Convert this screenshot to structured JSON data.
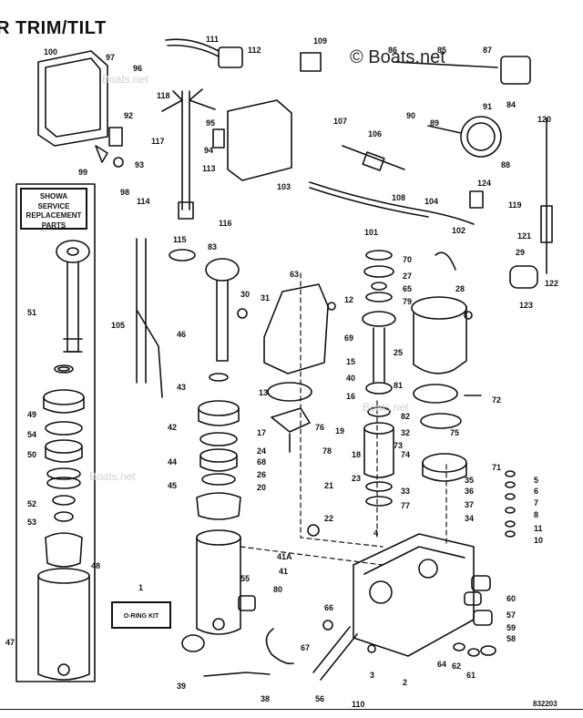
{
  "title": "R TRIM/TILT",
  "watermark": "© Boats.net",
  "faint_watermarks": [
    "Boats.net",
    "Boats.net",
    "Boats.net"
  ],
  "showa_box": [
    "SHOWA",
    "SERVICE",
    "REPLACEMENT",
    "PARTS"
  ],
  "oring_kit": "O-RING KIT",
  "drawing_code": "832203",
  "part_callouts": [
    "1",
    "2",
    "3",
    "4",
    "5",
    "6",
    "7",
    "8",
    "10",
    "11",
    "12",
    "13",
    "15",
    "16",
    "17",
    "18",
    "19",
    "20",
    "21",
    "22",
    "23",
    "24",
    "25",
    "26",
    "27",
    "28",
    "29",
    "30",
    "31",
    "32",
    "33",
    "34",
    "35",
    "36",
    "37",
    "38",
    "39",
    "40",
    "41",
    "41A",
    "42",
    "43",
    "44",
    "45",
    "46",
    "47",
    "48",
    "49",
    "50",
    "51",
    "52",
    "53",
    "54",
    "55",
    "56",
    "57",
    "58",
    "59",
    "60",
    "61",
    "62",
    "63",
    "64",
    "65",
    "66",
    "67",
    "68",
    "69",
    "70",
    "71",
    "72",
    "73",
    "74",
    "75",
    "76",
    "77",
    "78",
    "79",
    "80",
    "81",
    "82",
    "83",
    "84",
    "85",
    "86",
    "87",
    "88",
    "89",
    "90",
    "91",
    "92",
    "93",
    "94",
    "95",
    "96",
    "97",
    "98",
    "99",
    "100",
    "101",
    "102",
    "103",
    "104",
    "105",
    "106",
    "107",
    "108",
    "109",
    "110",
    "111",
    "112",
    "113",
    "114",
    "115",
    "116",
    "117",
    "118",
    "119",
    "120",
    "121",
    "122",
    "123",
    "124"
  ]
}
